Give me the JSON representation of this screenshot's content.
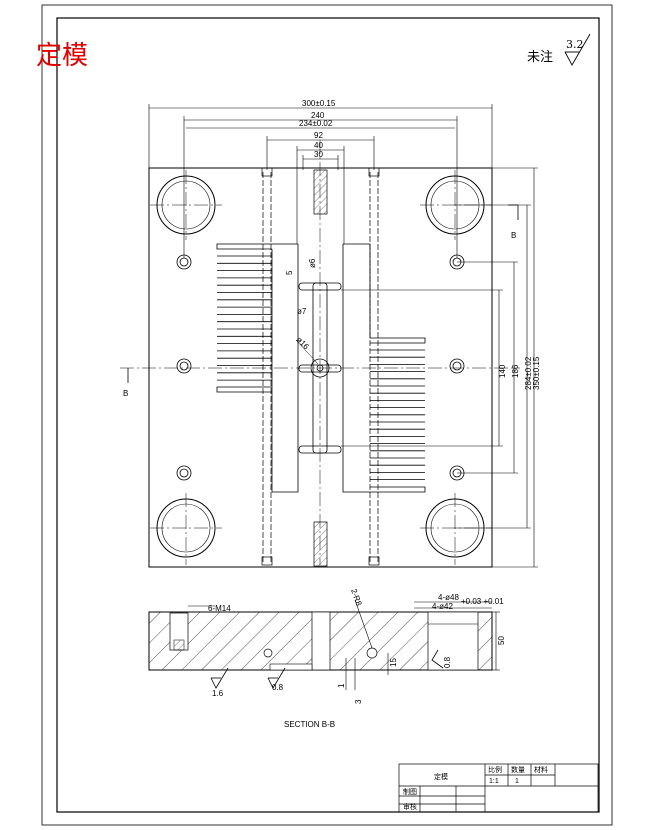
{
  "drawing": {
    "title_red": "定模",
    "roughness_note": "未注",
    "roughness_value": "3.2",
    "section_label": "SECTION B-B",
    "section_marker": "B"
  },
  "top_view_dims": {
    "width_300": "300±0.15",
    "d240": "240",
    "d234": "234±0.02",
    "d92": "92",
    "d40": "40",
    "d30": "30",
    "d5": "5",
    "phi6": "ø6",
    "phi7": "ø7",
    "phi16": "ø16",
    "v140": "140",
    "v186": "186",
    "v284": "284±0.02",
    "v350": "350±0.15"
  },
  "section_dims": {
    "m14": "6-M14",
    "phi48": "4-ø48",
    "phi42": "4-ø42",
    "phi42_tol": "+0.03 +0.01",
    "height_50": "50",
    "r2": "2-R8",
    "d15": "15",
    "d1": "1",
    "d3": "3",
    "ra_08_a": "0.8",
    "ra_08_b": "0.8",
    "ra_16": "1.6"
  },
  "title_block": {
    "part_name": "定模",
    "col_material": "材料",
    "col_qty": "数量",
    "col_scale": "比例",
    "scale_value": "1:1",
    "qty_value": "1",
    "row_draw": "制图",
    "row_check": "审核"
  }
}
